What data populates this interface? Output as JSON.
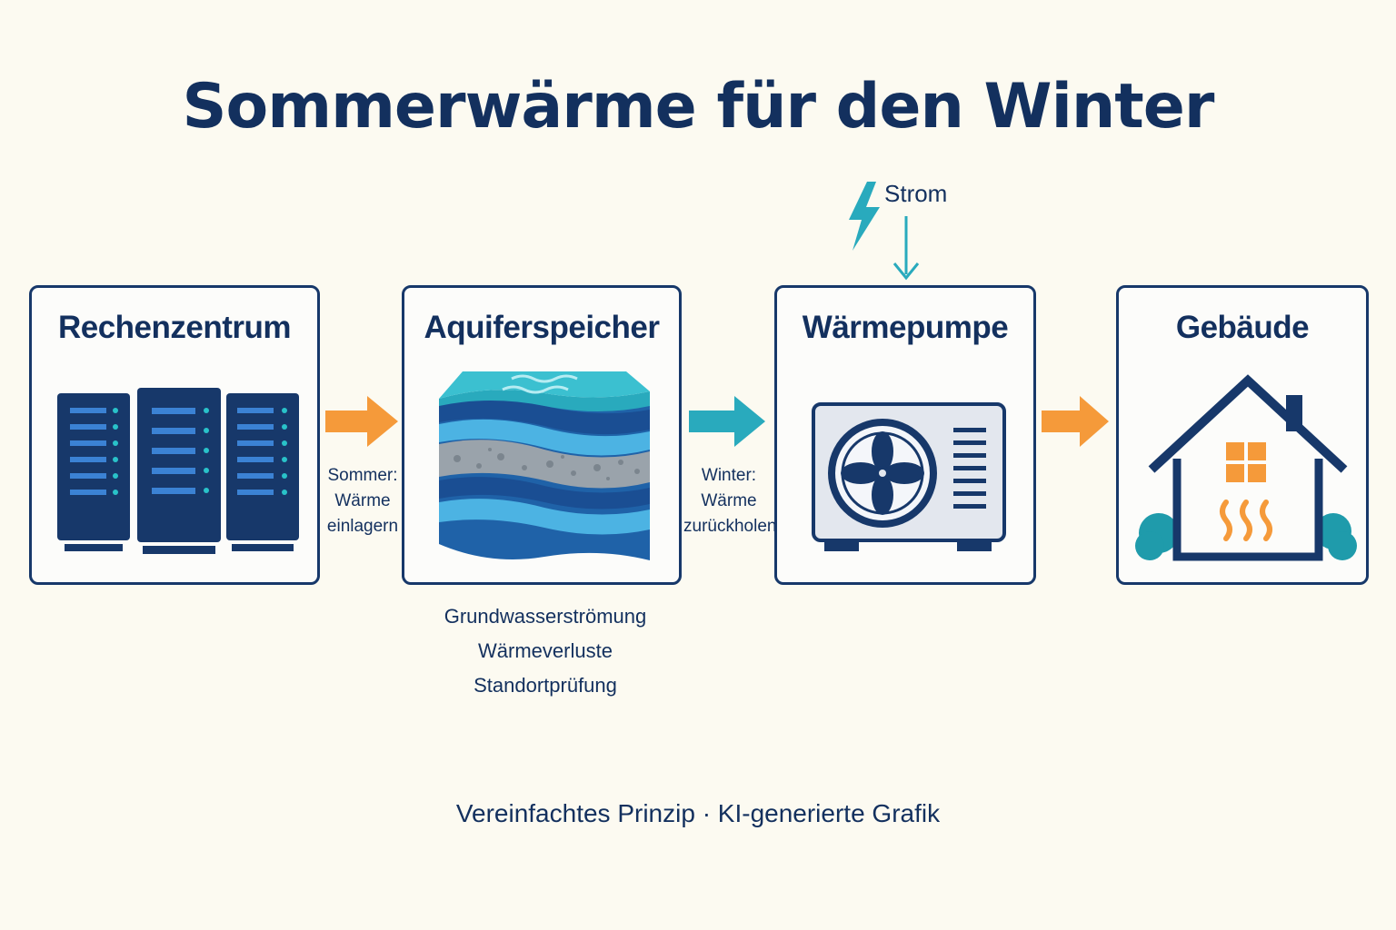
{
  "title": "Sommerwärme für den Winter",
  "steps": [
    {
      "label": "Rechenzentrum",
      "icon": "server-rack-icon"
    },
    {
      "label": "Aquiferspeicher",
      "icon": "aquifer-layers-icon"
    },
    {
      "label": "Wärmepumpe",
      "icon": "heat-pump-icon"
    },
    {
      "label": "Gebäude",
      "icon": "house-icon"
    }
  ],
  "arrows": [
    {
      "caption": [
        "Sommer:",
        "Wärme",
        "einlagern"
      ],
      "color": "#f59a3a"
    },
    {
      "caption": [
        "Winter:",
        "Wärme",
        "zurückholen"
      ],
      "color": "#29aabd"
    },
    {
      "caption": [],
      "color": "#f59a3a"
    }
  ],
  "aquifer_notes": [
    "Grundwasserströmung",
    "Wärmeverluste",
    "Standortprüfung"
  ],
  "power_input": {
    "label": "Strom",
    "icon": "lightning-icon"
  },
  "footer": "Vereinfachtes Prinzip · KI-generierte Grafik",
  "colors": {
    "navy": "#13305e",
    "teal": "#29aabd",
    "orange": "#f59a3a",
    "background": "#fcfaf1"
  }
}
